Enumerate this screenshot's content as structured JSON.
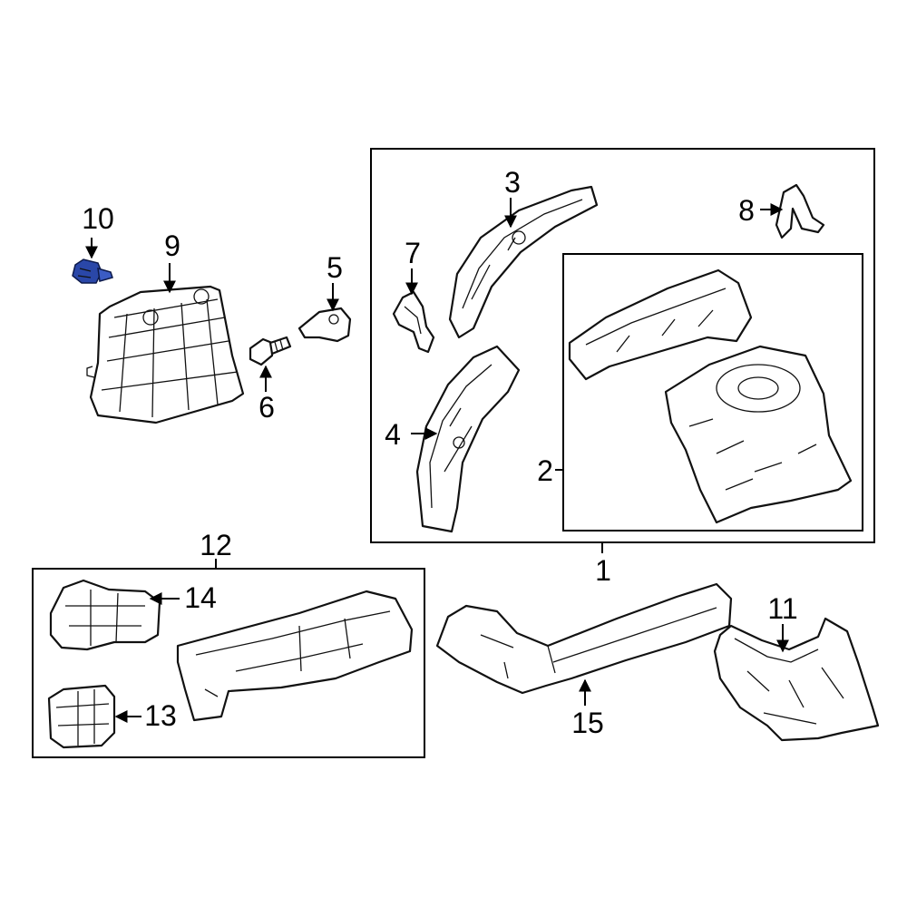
{
  "colors": {
    "background": "#ffffff",
    "line": "#111111",
    "highlight": "#2a47a8"
  },
  "callouts": {
    "c1": "1",
    "c2": "2",
    "c3": "3",
    "c4": "4",
    "c5": "5",
    "c6": "6",
    "c7": "7",
    "c8": "8",
    "c9": "9",
    "c10": "10",
    "c11": "11",
    "c12": "12",
    "c13": "13",
    "c14": "14",
    "c15": "15"
  }
}
